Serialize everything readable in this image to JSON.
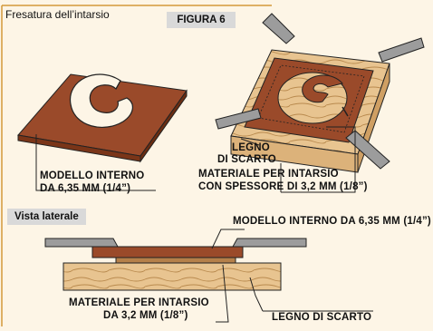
{
  "diagram": {
    "title": "Fresatura dell’intarsio",
    "figure_tag": "FIGURA 6",
    "side_view_tag": "Vista laterale",
    "labels": {
      "template_top_line1": "MODELLO INTERNO",
      "template_top_line2": "DA 6,35 MM (1/4”)",
      "waste_top_line1": "LEGNO",
      "waste_top_line2": "DI SCARTO",
      "inlay_top_line1": "MATERIALE PER INTARSIO",
      "inlay_top_line2": "CON SPESSORE DI 3,2 MM (1/8”)",
      "template_side": "MODELLO INTERNO DA 6,35 MM (1/4”)",
      "inlay_side_line1": "MATERIALE PER INTARSIO",
      "inlay_side_line2": "DA 3,2 MM (1/8”)",
      "waste_side": "LEGNO DI SCARTO"
    },
    "colors": {
      "template_wood": "#9a4a2a",
      "template_edge": "#7a3518",
      "waste_wood": "#e8c490",
      "clamp_gray": "#9c9c9c",
      "background": "#fdf5e6"
    }
  }
}
